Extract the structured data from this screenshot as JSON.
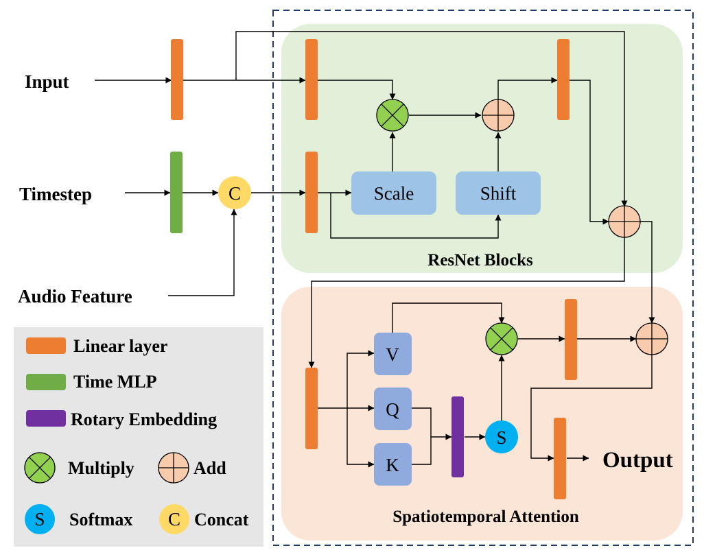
{
  "inputs": {
    "input": "Input",
    "timestep": "Timestep",
    "audio": "Audio Feature"
  },
  "blocks": {
    "scale": "Scale",
    "shift": "Shift",
    "v": "V",
    "q": "Q",
    "k": "K"
  },
  "ops": {
    "concat": "C",
    "softmax": "S"
  },
  "sections": {
    "resnet": "ResNet Blocks",
    "attention": "Spatiotemporal Attention"
  },
  "output": "Output",
  "legend": {
    "linear": "Linear layer",
    "time_mlp": "Time MLP",
    "rotary": "Rotary Embedding",
    "multiply": "Multiply",
    "add": "Add",
    "softmax": "Softmax",
    "concat": "Concat"
  },
  "colors": {
    "linear": "#ED7D31",
    "time_mlp": "#70AD47",
    "rotary": "#7030A0",
    "block": "#9DC3E6",
    "qkv": "#8FAADC",
    "multiply_fill": "#92D050",
    "add_fill": "#F8CBAD",
    "softmax": "#00B0F0",
    "concat": "#FFD966",
    "resnet_bg": "#E2EFD9",
    "attention_bg": "#FBE5D6",
    "legend_bg": "#E7E6E6",
    "dashed_border": "#1F3864"
  }
}
